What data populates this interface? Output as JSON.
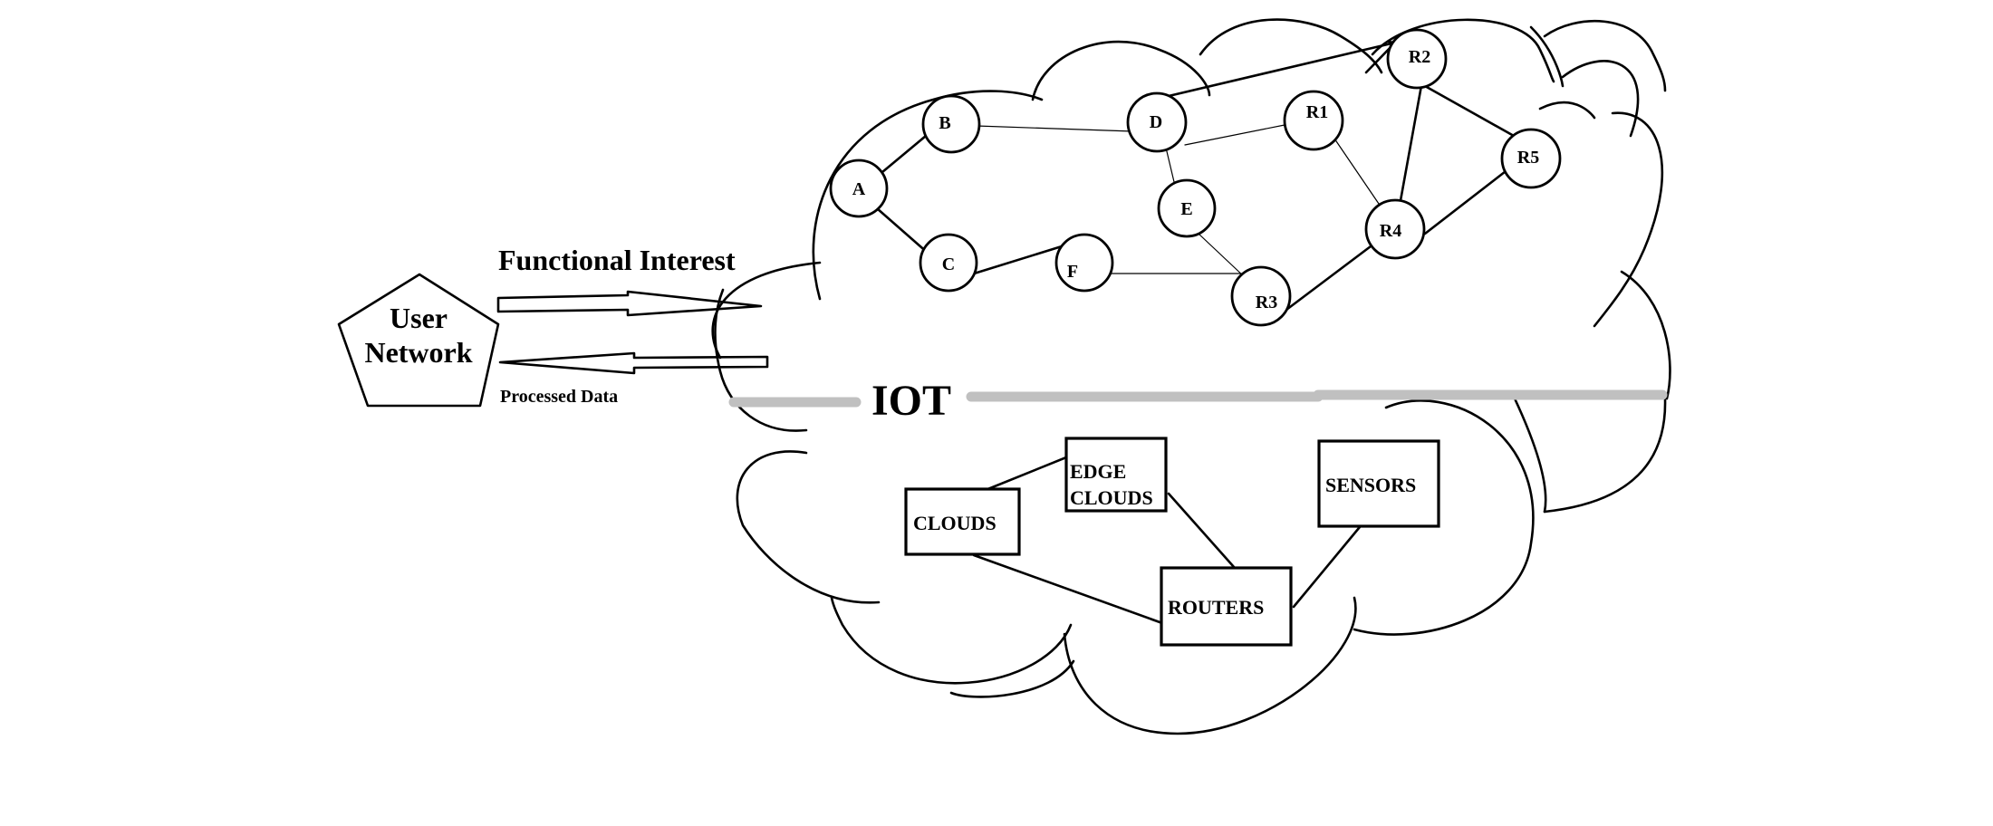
{
  "user_network": {
    "line1": "User",
    "line2": "Network"
  },
  "arrows": {
    "functional_interest": "Functional Interest",
    "processed_data": "Processed Data"
  },
  "iot_label": "IOT",
  "network_nodes": {
    "a": "A",
    "b": "B",
    "c": "C",
    "d": "D",
    "e": "E",
    "f": "F",
    "r1": "R1",
    "r2": "R2",
    "r3": "R3",
    "r4": "R4",
    "r5": "R5"
  },
  "iot_components": {
    "clouds": "CLOUDS",
    "edge_clouds_line1": "EDGE",
    "edge_clouds_line2": "CLOUDS",
    "routers": "ROUTERS",
    "sensors": "SENSORS"
  }
}
